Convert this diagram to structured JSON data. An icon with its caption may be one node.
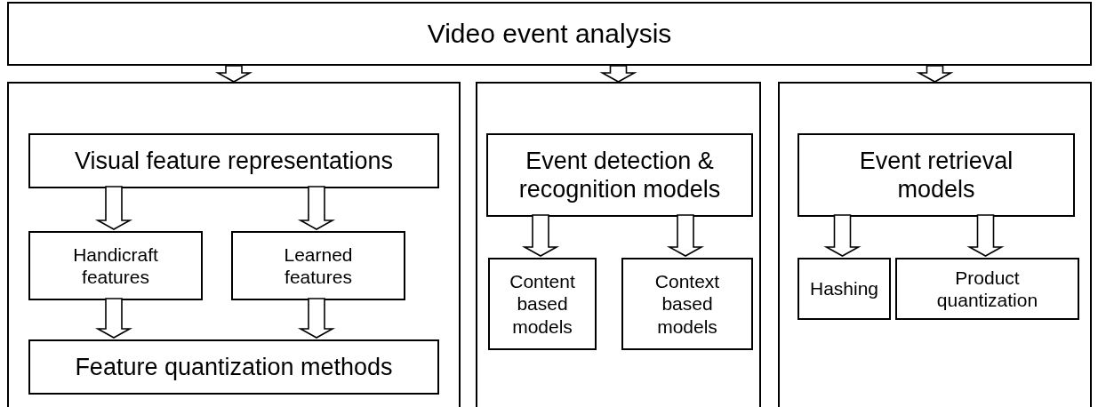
{
  "diagram": {
    "nodes": [
      {
        "text": [
          "Video event analysis"
        ]
      },
      {
        "text": [],
        "shape": "box"
      },
      {
        "text": [
          "Visual feature representations"
        ],
        "in": 1
      },
      {
        "text": [
          "Handicraft features"
        ],
        "in": 1
      },
      {
        "text": [
          "Learned features"
        ],
        "in": 1
      },
      {
        "text": [
          "Feature quantization methods"
        ],
        "in": 1
      },
      {
        "text": [],
        "shape": "box"
      },
      {
        "text": [
          "Event detection & recognition models"
        ],
        "in": 6
      },
      {
        "text": [
          "Content based models"
        ],
        "in": 6
      },
      {
        "text": [
          "Context based models"
        ],
        "in": 6
      },
      {
        "text": [],
        "shape": "box"
      },
      {
        "text": [
          "Event retrieval models"
        ],
        "in": 10
      },
      {
        "text": [
          "Hashing"
        ],
        "in": 10
      },
      {
        "text": [
          "Product quantization"
        ],
        "in": 10
      }
    ],
    "edges": [
      {
        "from": 0,
        "to": 1,
        "arrow": "to"
      },
      {
        "from": 0,
        "to": 6,
        "arrow": "to"
      },
      {
        "from": 0,
        "to": 10,
        "arrow": "to"
      },
      {
        "from": 2,
        "to": 3,
        "arrow": "to"
      },
      {
        "from": 2,
        "to": 4,
        "arrow": "to"
      },
      {
        "from": 3,
        "to": 5,
        "arrow": "to"
      },
      {
        "from": 4,
        "to": 5,
        "arrow": "to"
      },
      {
        "from": 7,
        "to": 8,
        "arrow": "to"
      },
      {
        "from": 7,
        "to": 9,
        "arrow": "to"
      },
      {
        "from": 11,
        "to": 12,
        "arrow": "to"
      },
      {
        "from": 11,
        "to": 13,
        "arrow": "to"
      }
    ]
  }
}
